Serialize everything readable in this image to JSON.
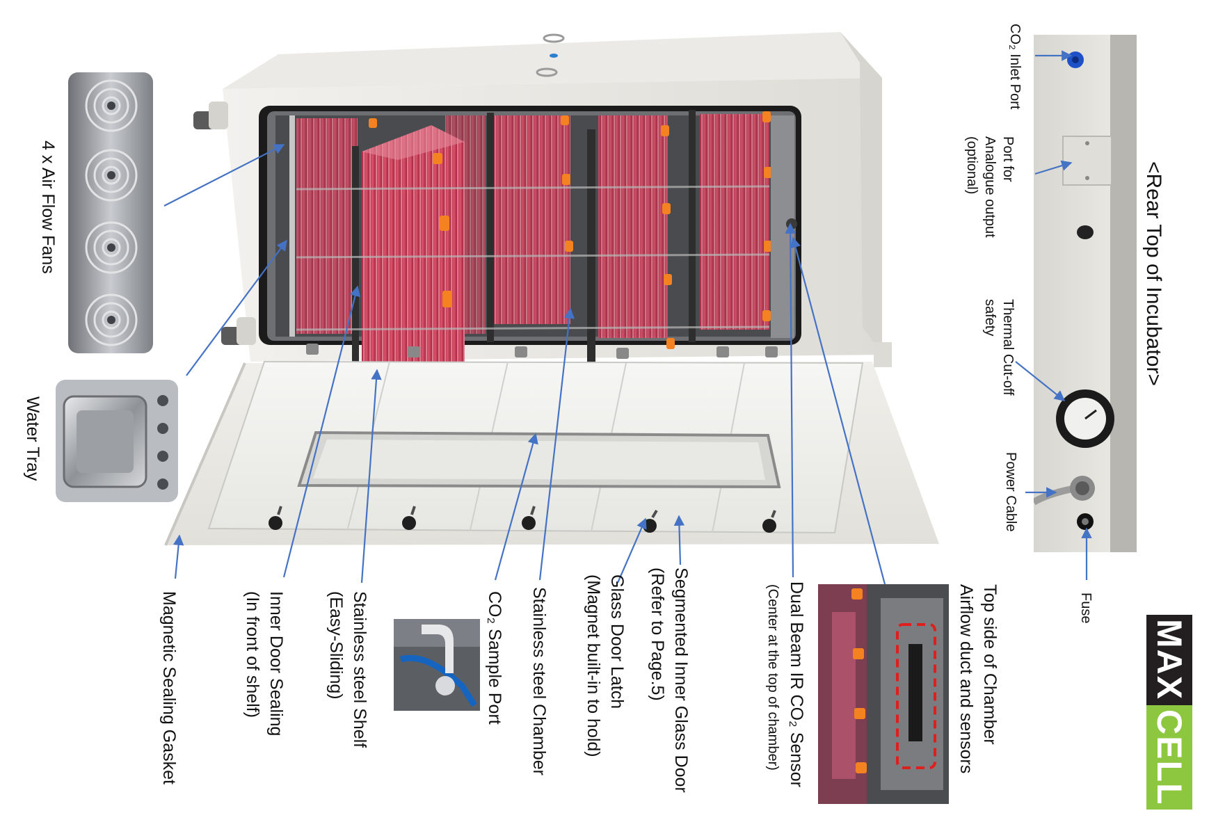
{
  "labels": {
    "air_flow_fans": "4 x Air Flow Fans",
    "water_tray": "Water Tray",
    "magnetic_gasket": "Magnetic Sealing Gasket",
    "inner_door_sealing": [
      "Inner Door Sealing",
      "(In front of shelf)"
    ],
    "stainless_shelf": [
      "Stainless steel Shelf",
      "(Easy-Sliding)"
    ],
    "co2_sample_port": "CO₂ Sample Port",
    "stainless_chamber": "Stainless steel Chamber",
    "glass_door_latch": [
      "Glass Door Latch",
      "(Magnet built-in to hold)"
    ],
    "segmented_glass_door": [
      "Segmented Inner Glass Door",
      "(Refer to Page.5)"
    ],
    "ir_sensor": "Dual Beam IR CO₂ Sensor",
    "ir_sensor_note": "(Center at the top of chamber)",
    "airflow_duct": [
      "Top side of Chamber",
      "Airflow duct and sensors"
    ],
    "rear_title": "<Rear Top of Incubator>",
    "co2_inlet": "CO₂ Inlet Port",
    "analogue_port": [
      "Port for",
      "Analogue output",
      "(optional)"
    ],
    "thermal_cutoff": [
      "Thermal Cut-off",
      "safety"
    ],
    "power_cable": "Power Cable",
    "fuse": "Fuse"
  },
  "logo": {
    "part1": "MAX",
    "part2": "CELL"
  },
  "colors": {
    "arrow": "#4472c4",
    "logo_dark": "#231f20",
    "logo_green": "#8dc63f",
    "flask_red": "#c0304a",
    "cap_orange": "#f58220",
    "incubator_body": "#e9e7e2",
    "steel": "#a9adb2",
    "dashed_box": "#e01e1e"
  }
}
